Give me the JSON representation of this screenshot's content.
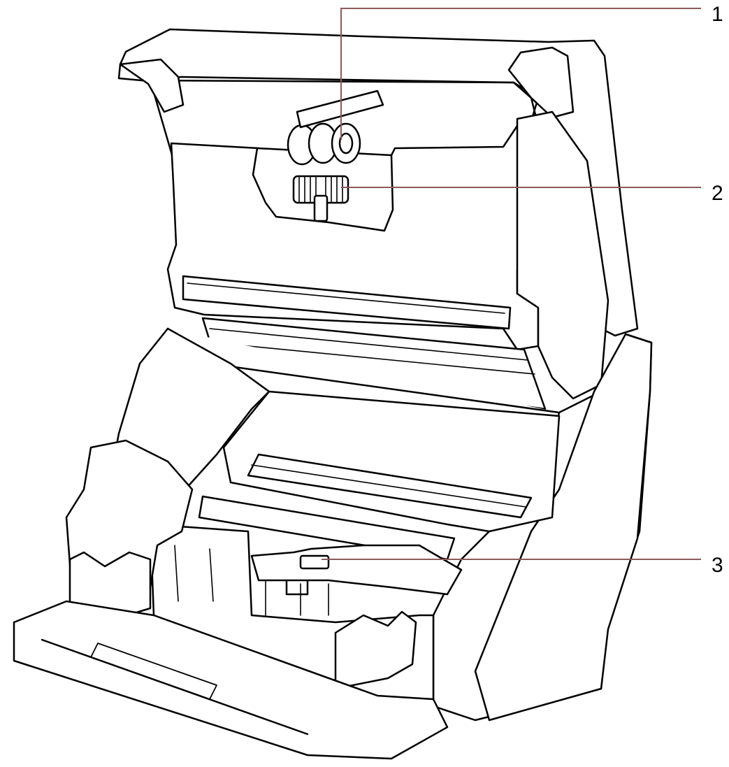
{
  "diagram": {
    "callouts": [
      {
        "number": "1",
        "target": "pick-roller"
      },
      {
        "number": "2",
        "target": "brake-roller"
      },
      {
        "number": "3",
        "target": "separator-pad"
      }
    ],
    "colors": {
      "outline": "#000000",
      "fill": "#ffffff",
      "leader": "#8c5a5a"
    }
  }
}
